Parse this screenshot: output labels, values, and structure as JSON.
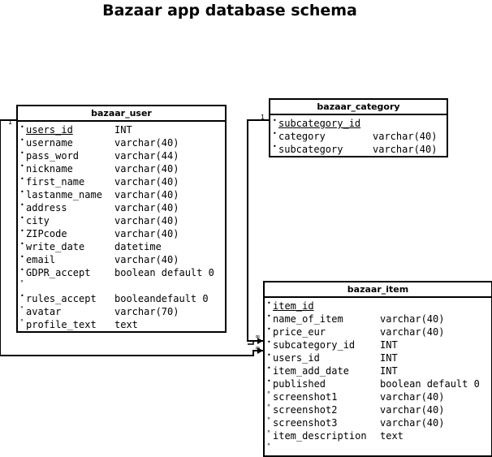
{
  "title": "Bazaar app database schema",
  "tables": {
    "user": {
      "name": "bazaar_user",
      "columns": [
        {
          "bullet": "•",
          "name": "users_id",
          "type": "INT",
          "pk": true
        },
        {
          "bullet": "•",
          "name": "username",
          "type": "varchar(40)"
        },
        {
          "bullet": "•",
          "name": "pass_word",
          "type": "varchar(44)"
        },
        {
          "bullet": "•",
          "name": "nickname",
          "type": "varchar(40)"
        },
        {
          "bullet": "•",
          "name": "first_name",
          "type": "varchar(40)"
        },
        {
          "bullet": "•",
          "name": "lastanme_name",
          "type": "varchar(40)"
        },
        {
          "bullet": "•",
          "name": "address",
          "type": "varchar(40)"
        },
        {
          "bullet": "•",
          "name": "city",
          "type": "varchar(40)"
        },
        {
          "bullet": "•",
          "name": "ZIPcode",
          "type": "varchar(40)"
        },
        {
          "bullet": "•",
          "name": "write_date",
          "type": "datetime"
        },
        {
          "bullet": "•",
          "name": "email",
          "type": "varchar(40)"
        },
        {
          "bullet": "•",
          "name": "GDPR_accept",
          "type": "boolean default 0"
        },
        {
          "bullet": "°",
          "name": "",
          "type": ""
        },
        {
          "bullet": "•",
          "name": "rules_accept",
          "type": "booleandefault 0"
        },
        {
          "bullet": "°",
          "name": "avatar",
          "type": "varchar(70)"
        },
        {
          "bullet": "°",
          "name": "profile_text",
          "type": "text"
        }
      ]
    },
    "category": {
      "name": "bazaar_category",
      "columns": [
        {
          "bullet": "•",
          "name": "subcategory_id",
          "type": "",
          "pk": true
        },
        {
          "bullet": "•",
          "name": "category",
          "type": "varchar(40)"
        },
        {
          "bullet": "•",
          "name": "subcategory",
          "type": "varchar(40)"
        }
      ]
    },
    "item": {
      "name": "bazaar_item",
      "columns": [
        {
          "bullet": "•",
          "name": "item_id",
          "type": "",
          "pk": true
        },
        {
          "bullet": "•",
          "name": "name_of_item",
          "type": "varchar(40)"
        },
        {
          "bullet": "•",
          "name": "price_eur",
          "type": "varchar(40)"
        },
        {
          "bullet": "•",
          "name": "subcategory_id",
          "type": "INT"
        },
        {
          "bullet": "•",
          "name": "users_id",
          "type": "INT"
        },
        {
          "bullet": "•",
          "name": "item_add_date",
          "type": "INT"
        },
        {
          "bullet": "•",
          "name": "published",
          "type": "boolean default 0"
        },
        {
          "bullet": "°",
          "name": "screenshot1",
          "type": "varchar(40)"
        },
        {
          "bullet": "°",
          "name": "screenshot2",
          "type": "varchar(40)"
        },
        {
          "bullet": "°",
          "name": "screenshot3",
          "type": "varchar(40)"
        },
        {
          "bullet": "°",
          "name": "item_description",
          "type": "text"
        },
        {
          "bullet": "°",
          "name": "",
          "type": ""
        }
      ]
    }
  },
  "relations": [
    {
      "from": "bazaar_user.users_id",
      "to": "bazaar_item.users_id",
      "from_card": "1",
      "to_card": "∞"
    },
    {
      "from": "bazaar_category.subcategory_id",
      "to": "bazaar_item.subcategory_id",
      "from_card": "1",
      "to_card": "∞"
    }
  ]
}
